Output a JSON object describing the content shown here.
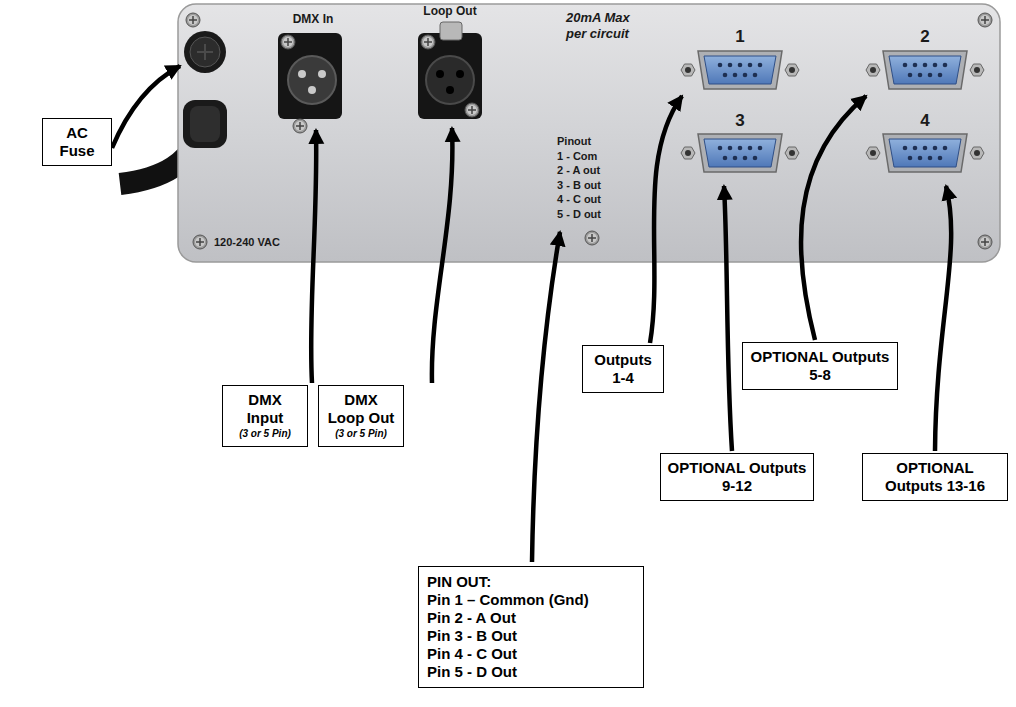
{
  "diagram": {
    "nodes": [
      {
        "text": [
          "AC Fuse"
        ]
      },
      {
        "text": [
          "DMX Input",
          "(3 or 5 Pin)"
        ]
      },
      {
        "text": [
          "DMX Loop Out",
          "(3 or 5 Pin)"
        ]
      },
      {
        "text": [
          "PIN OUT:",
          "Pin 1 – Common (Gnd)",
          "Pin 2 - A Out",
          "Pin 3 - B Out",
          "Pin 4 - C Out",
          "Pin 5 - D Out"
        ]
      },
      {
        "text": [
          "Outputs 1-4"
        ]
      },
      {
        "text": [
          "OPTIONAL Outputs 5-8"
        ]
      },
      {
        "text": [
          "OPTIONAL Outputs 9-12"
        ]
      },
      {
        "text": [
          "OPTIONAL Outputs 13-16"
        ]
      }
    ],
    "labels": [
      "DMX In",
      "Loop Out",
      "20mA Max per circuit",
      "1",
      "2",
      "3",
      "4",
      "Pinout",
      "1 - Com",
      "2 - A out",
      "3 - B out",
      "4 - C out",
      "5 - D out",
      "120-240 VAC"
    ]
  }
}
